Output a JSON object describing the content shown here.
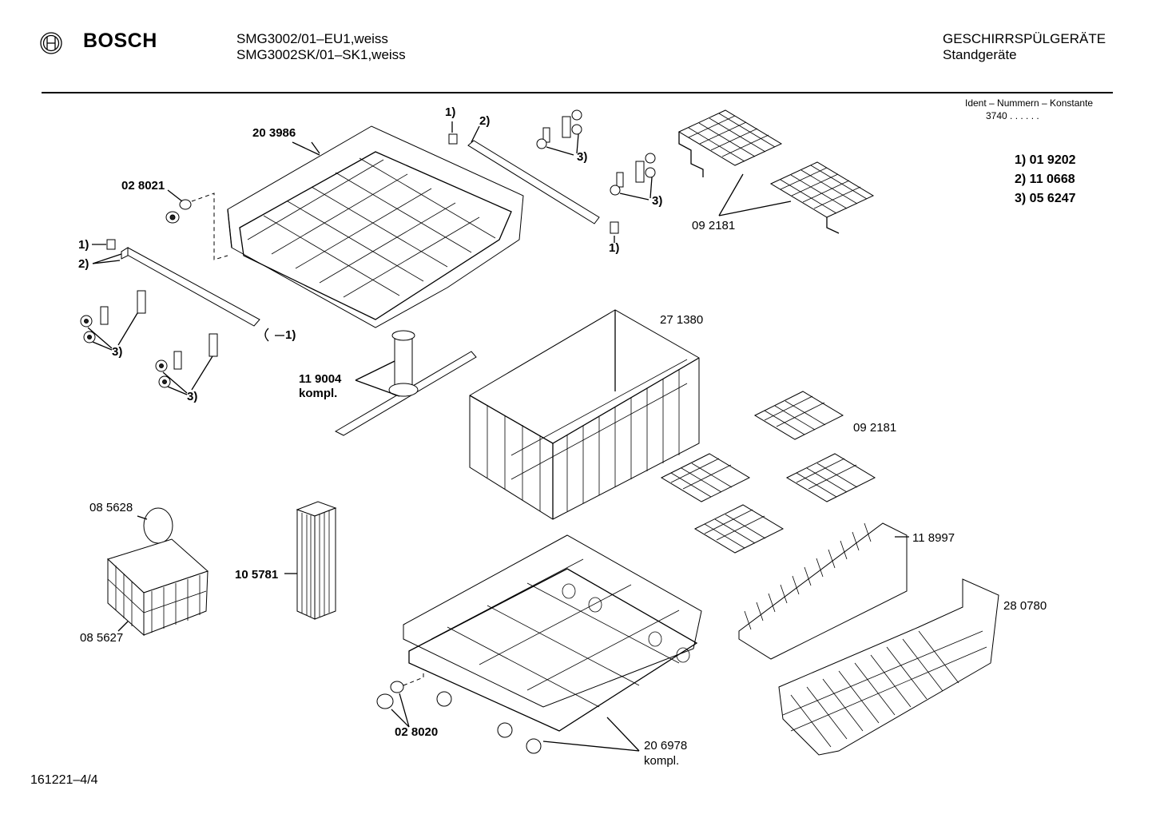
{
  "header": {
    "brand": "BOSCH",
    "model_line_1": "SMG3002/01–EU1,weiss",
    "model_line_2": "SMG3002SK/01–SK1,weiss",
    "category": "GESCHIRRSPÜLGERÄTE",
    "subcategory": "Standgeräte",
    "ident_label": "Ident – Nummern – Konstante",
    "ident_value": "3740 . . . . . ."
  },
  "legend": {
    "item1": "1) 01 9202",
    "item2": "2) 11 0668",
    "item3": "3) 05 6247"
  },
  "parts": {
    "upper_basket": "20 3986",
    "roller_a": "02 8021",
    "spray_arm": "11 9004",
    "spray_arm_suffix": "kompl.",
    "plate_rack": "27 1380",
    "cup_shelf_top": "09 2181",
    "cup_shelf_mid": "09 2181",
    "handle_basket": "08 5628",
    "cutlery_basket": "08 5627",
    "filter_column": "10 5781",
    "roller_b": "02 8020",
    "lower_basket": "20 6978",
    "lower_basket_suffix": "kompl.",
    "tine_row": "11 8997",
    "insert_basket": "28 0780"
  },
  "callouts": {
    "c1_left": "1)",
    "c2_left": "2)",
    "c3_left_a": "3)",
    "c3_left_b": "3)",
    "c1_rail_end": "1)",
    "c1_top": "1)",
    "c2_top": "2)",
    "c3_top_a": "3)",
    "c3_top_b": "3)",
    "c1_right": "1)"
  },
  "footer": {
    "doc_number": "161221–4/4"
  }
}
